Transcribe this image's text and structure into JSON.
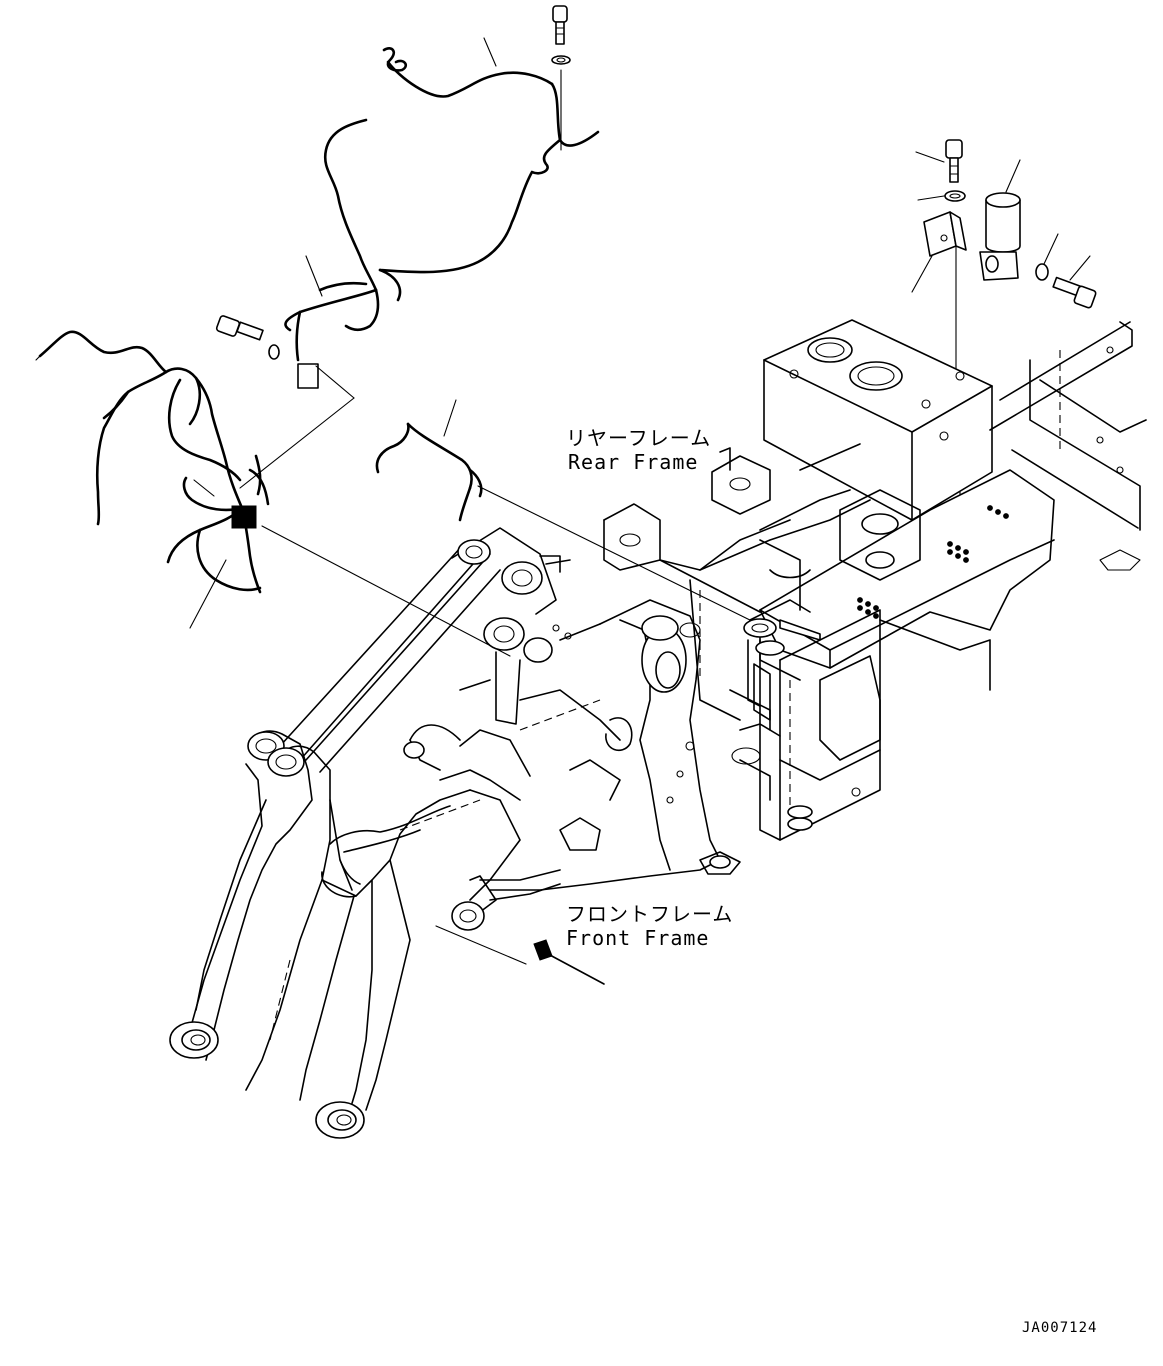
{
  "labels": {
    "rear_frame_jp": "リヤーフレーム",
    "rear_frame_en": "Rear Frame",
    "front_frame_jp": "フロントフレーム",
    "front_frame_en": "Front Frame"
  },
  "drawing_code": "JA007124"
}
